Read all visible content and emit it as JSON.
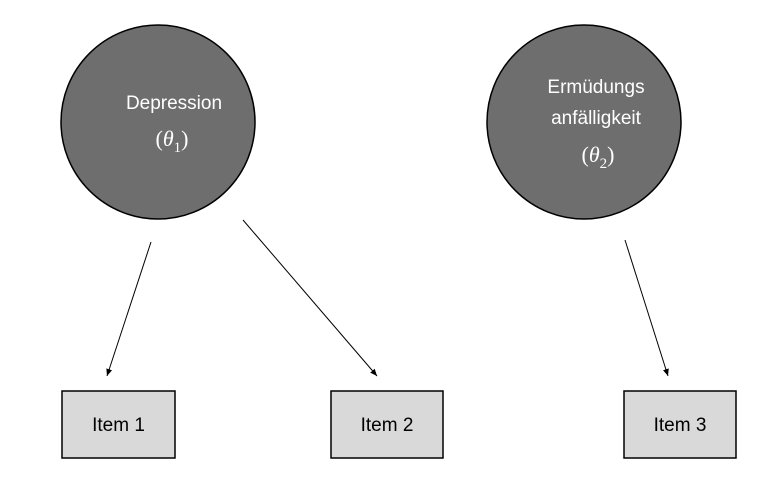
{
  "latents": [
    {
      "lines": [
        "Depression"
      ],
      "symbol": "θ",
      "index": "1"
    },
    {
      "lines": [
        "Ermüdungs",
        "anfälligkeit"
      ],
      "symbol": "θ",
      "index": "2"
    }
  ],
  "items": [
    {
      "label": "Item 1"
    },
    {
      "label": "Item 2"
    },
    {
      "label": "Item 3"
    }
  ],
  "colors": {
    "latent_fill": "#6e6e6e",
    "item_fill": "#d9d9d9",
    "stroke": "#000000"
  }
}
